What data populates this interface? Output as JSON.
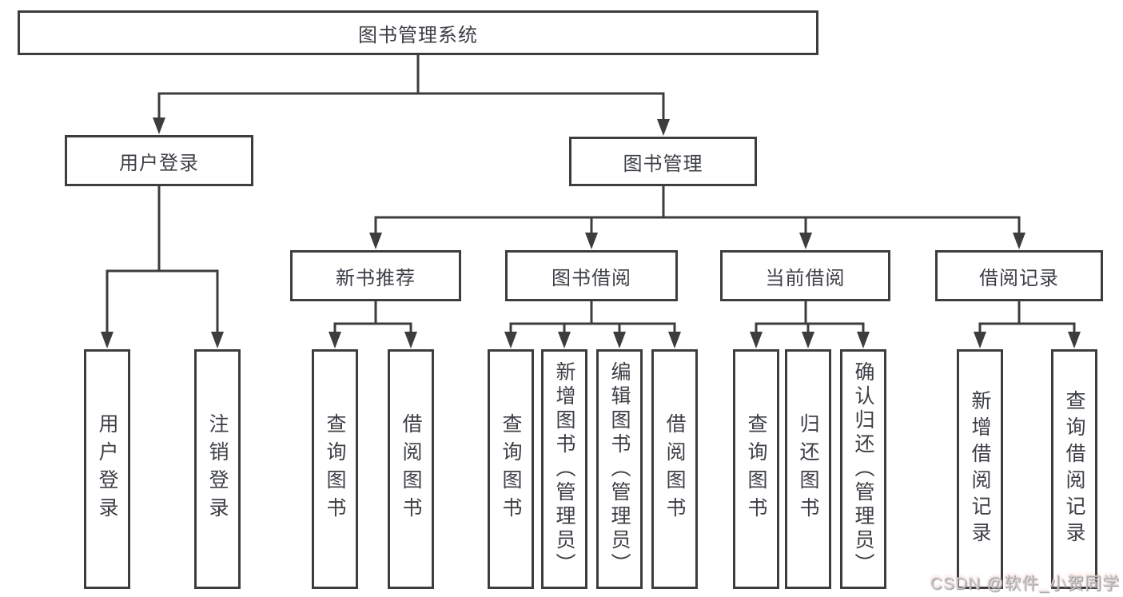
{
  "tree": {
    "root": {
      "label": "图书管理系统",
      "children": [
        {
          "label": "用户登录",
          "children": [
            {
              "label": "用户登录"
            },
            {
              "label": "注销登录"
            }
          ]
        },
        {
          "label": "图书管理",
          "children": [
            {
              "label": "新书推荐",
              "children": [
                {
                  "label": "查询图书"
                },
                {
                  "label": "借阅图书"
                }
              ]
            },
            {
              "label": "图书借阅",
              "children": [
                {
                  "label": "查询图书"
                },
                {
                  "label": "新增图书（管理员）"
                },
                {
                  "label": "编辑图书（管理员）"
                },
                {
                  "label": "借阅图书"
                }
              ]
            },
            {
              "label": "当前借阅",
              "children": [
                {
                  "label": "查询图书"
                },
                {
                  "label": "归还图书"
                },
                {
                  "label": "确认归还（管理员）"
                }
              ]
            },
            {
              "label": "借阅记录",
              "children": [
                {
                  "label": "新增借阅记录"
                },
                {
                  "label": "查询借阅记录"
                }
              ]
            }
          ]
        }
      ]
    }
  },
  "watermark": "CSDN @软件_小贺同学",
  "colors": {
    "line": "#3d3d3d",
    "text": "#3c3f45",
    "watermark": "#cbcbcb"
  }
}
